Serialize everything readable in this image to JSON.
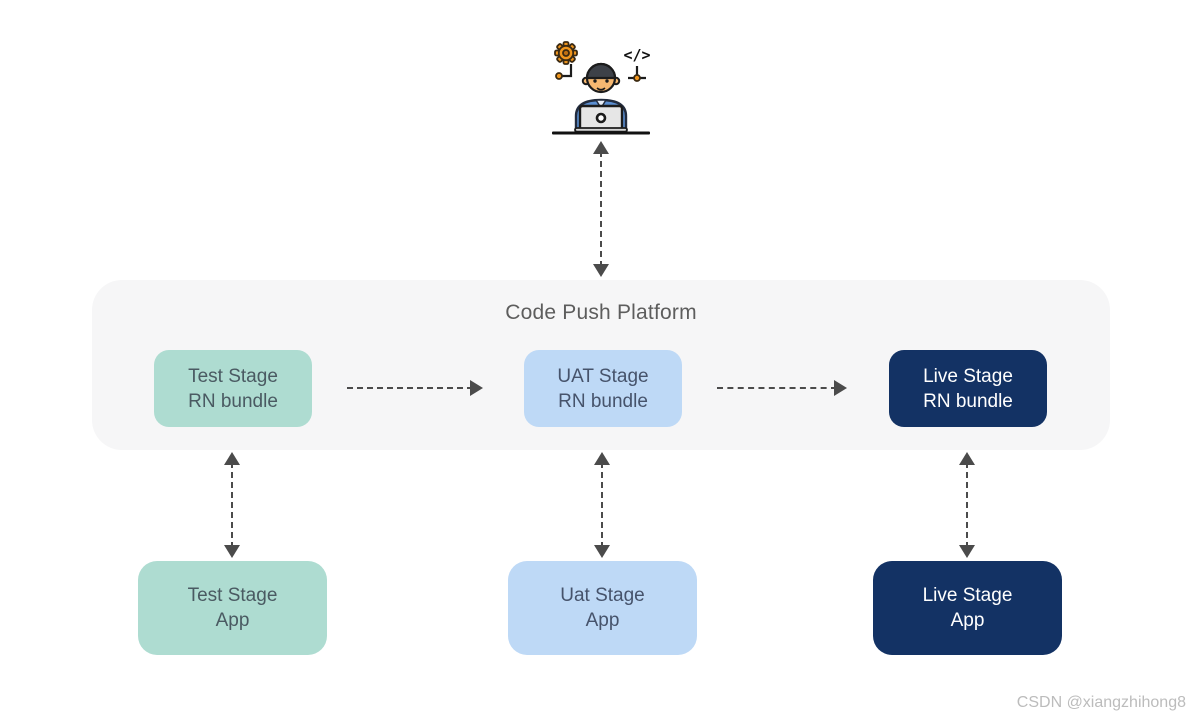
{
  "canvas": {
    "background": "#ffffff"
  },
  "developer": {
    "icon": "developer-at-laptop-icon"
  },
  "arrows": {
    "color": "#4b4b4b"
  },
  "platform": {
    "title": "Code Push Platform",
    "bg": "#f6f6f7",
    "title_color": "#5d5d5d"
  },
  "bundles": [
    {
      "label": "Test Stage\nRN bundle",
      "bg": "#aedcd1",
      "text": "#4a5a62"
    },
    {
      "label": "UAT Stage\nRN bundle",
      "bg": "#bed9f6",
      "text": "#46536b"
    },
    {
      "label": "Live Stage\nRN bundle",
      "bg": "#133264",
      "text": "#ffffff"
    }
  ],
  "apps": [
    {
      "label": "Test Stage\nApp",
      "bg": "#aedcd1",
      "text": "#4a5a62"
    },
    {
      "label": "Uat Stage\nApp",
      "bg": "#bed9f6",
      "text": "#46536b"
    },
    {
      "label": "Live Stage\nApp",
      "bg": "#133264",
      "text": "#ffffff"
    }
  ],
  "watermark": {
    "text": "CSDN @xiangzhihong8",
    "color": "#bcbcbc"
  }
}
